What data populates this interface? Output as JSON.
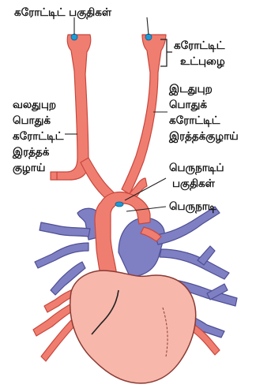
{
  "labels": {
    "carotid_body_top": "கரோட்டிட் பகுதிகள்",
    "carotid_sinus": [
      "கரோட்டிட்",
      "உட்புழை"
    ],
    "left_common_carotid": [
      "இடதுபுற",
      "பொதுக்",
      "கரோட்டிட்",
      "இரத்தக்குழாய்"
    ],
    "right_common_carotid": [
      "வலதுபுற",
      "பொதுக்",
      "கரோட்டிட்",
      "இரத்தக்",
      "குழாய்"
    ],
    "aortic_bodies": [
      "பெருநாடிப்",
      "பகுதிகள்"
    ],
    "aorta": "பெருநாடி"
  },
  "colors": {
    "artery": "#f07e70",
    "artery_stroke": "#c8473d",
    "vein": "#7f7fc4",
    "vein_stroke": "#4e4f94",
    "heart": "#f7b7ab",
    "heart_stroke": "#8a3a33",
    "receptor": "#1e9ad6"
  }
}
